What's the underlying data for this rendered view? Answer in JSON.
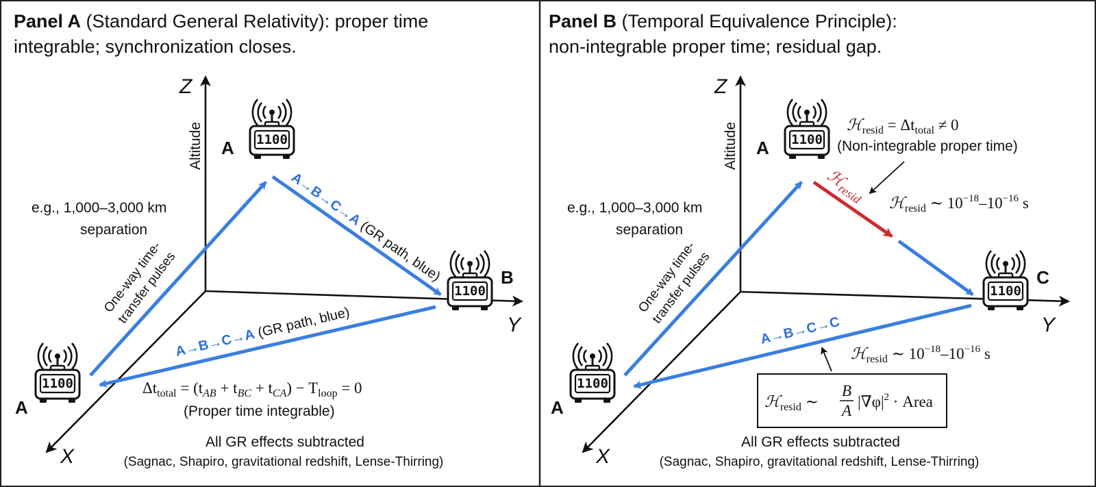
{
  "panel_a": {
    "title_bold": "Panel A",
    "title_rest": " (Standard General Relativity): proper time",
    "title_line2": "integrable; synchronization closes.",
    "axis_z": "Z",
    "axis_y": "Y",
    "axis_x": "X",
    "altitude": "Altitude",
    "separation_line1": "e.g., 1,000–3,000 km",
    "separation_line2": "separation",
    "pulses_line1": "One-way time-",
    "pulses_line2": "transfer pulses",
    "node_top": "A",
    "node_right": "B",
    "node_bottom": "A",
    "clock_display": "1100",
    "upper_path_seq": "A→B→C→A",
    "upper_path_note": " (GR path, blue)",
    "lower_path_seq": "A→B→C→A",
    "lower_path_note": " (GR path, blue)",
    "equation_lead": "Δt",
    "equation_sub": "total",
    "equation_rest": " = (t",
    "eq_ab": "AB",
    "eq_plus1": " + t",
    "eq_bc": "BC",
    "eq_plus2": " + t",
    "eq_ca": "CA",
    "eq_close": ") − T",
    "eq_loop": "loop",
    "eq_end": " = 0",
    "integrable_note": "(Proper time integrable)",
    "footer_line1": "All GR effects subtracted",
    "footer_line2": "(Sagnac, Shapiro, gravitational redshift, Lense-Thirring)"
  },
  "panel_b": {
    "title_bold": "Panel B",
    "title_rest": " (Temporal Equivalence Principle):",
    "title_line2": "non-integrable proper time; residual gap.",
    "axis_z": "Z",
    "axis_y": "Y",
    "axis_x": "X",
    "altitude": "Altitude",
    "separation_line1": "e.g., 1,000–3,000 km",
    "separation_line2": "separation",
    "pulses_line1": "One-way time-",
    "pulses_line2": "transfer pulses",
    "node_top": "A",
    "node_right": "C",
    "node_bottom": "A",
    "clock_display": "1100",
    "h_symbol": "ℋ",
    "resid_sub": "resid",
    "resid_def_rest": " = Δt",
    "resid_def_sub": "total",
    "resid_def_end": " ≠ 0",
    "nonintegrable_note": "(Non-integrable proper time)",
    "red_path_label": "ℋ",
    "red_path_sub": "resid",
    "magnitude_tilde": " ∼ 10",
    "magnitude_exp1": "−18",
    "magnitude_dash": "–10",
    "magnitude_exp2": "−16",
    "magnitude_unit": " s",
    "lower_path_seq": "A→B→C→C",
    "box_tilde": " ∼",
    "box_num": "B",
    "box_den": "A",
    "box_grad": "|∇φ|",
    "box_sq": "2",
    "box_area": " · Area",
    "footer_line1": "All GR effects subtracted",
    "footer_line2": "(Sagnac, Shapiro, gravitational redshift, Lense-Thirring)"
  },
  "colors": {
    "blue_path": "#3a7ee0",
    "red_path": "#cf2a2f",
    "axis": "#111111",
    "frame": "#222222"
  },
  "icons": {
    "clock": "radio-clock-icon"
  }
}
